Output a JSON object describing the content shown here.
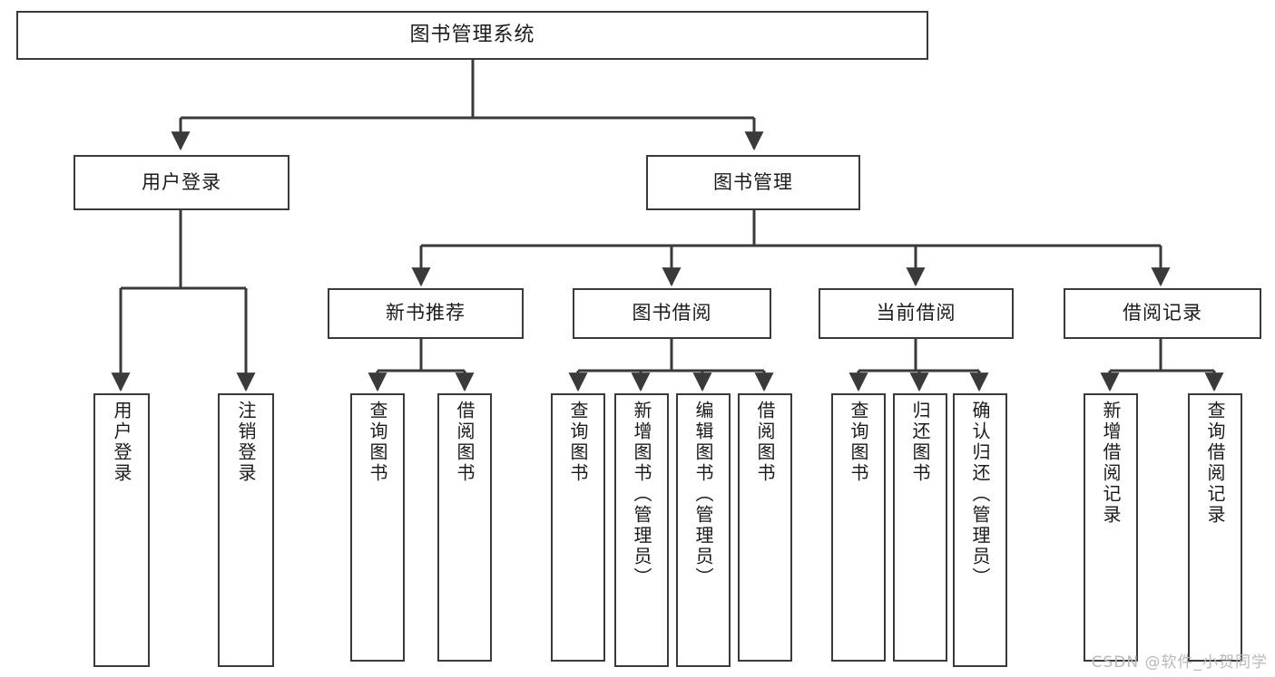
{
  "diagram": {
    "title": "图书管理系统",
    "type": "tree",
    "watermark": "CSDN @软件_小贺同学",
    "colors": {
      "border": "#3a3a3a",
      "text": "#1b1b1b",
      "background": "#ffffff",
      "edge": "#3a3a3a",
      "watermark": "#b9b9b9"
    },
    "nodes": {
      "root": {
        "label": "图书管理系统"
      },
      "level2": [
        {
          "label": "用户登录"
        },
        {
          "label": "图书管理"
        }
      ],
      "level3": [
        {
          "label": "新书推荐"
        },
        {
          "label": "图书借阅"
        },
        {
          "label": "当前借阅"
        },
        {
          "label": "借阅记录"
        }
      ],
      "leaves": [
        {
          "label": "用户登录",
          "parent": "用户登录"
        },
        {
          "label": "注销登录",
          "parent": "用户登录"
        },
        {
          "label": "查询图书",
          "parent": "新书推荐"
        },
        {
          "label": "借阅图书",
          "parent": "新书推荐"
        },
        {
          "label": "查询图书",
          "parent": "图书借阅"
        },
        {
          "label": "新增图书（管理员）",
          "parent": "图书借阅"
        },
        {
          "label": "编辑图书（管理员）",
          "parent": "图书借阅"
        },
        {
          "label": "借阅图书",
          "parent": "图书借阅"
        },
        {
          "label": "查询图书",
          "parent": "当前借阅"
        },
        {
          "label": "归还图书",
          "parent": "当前借阅"
        },
        {
          "label": "确认归还（管理员）",
          "parent": "当前借阅"
        },
        {
          "label": "新增借阅记录",
          "parent": "借阅记录"
        },
        {
          "label": "查询借阅记录",
          "parent": "借阅记录"
        }
      ]
    }
  }
}
